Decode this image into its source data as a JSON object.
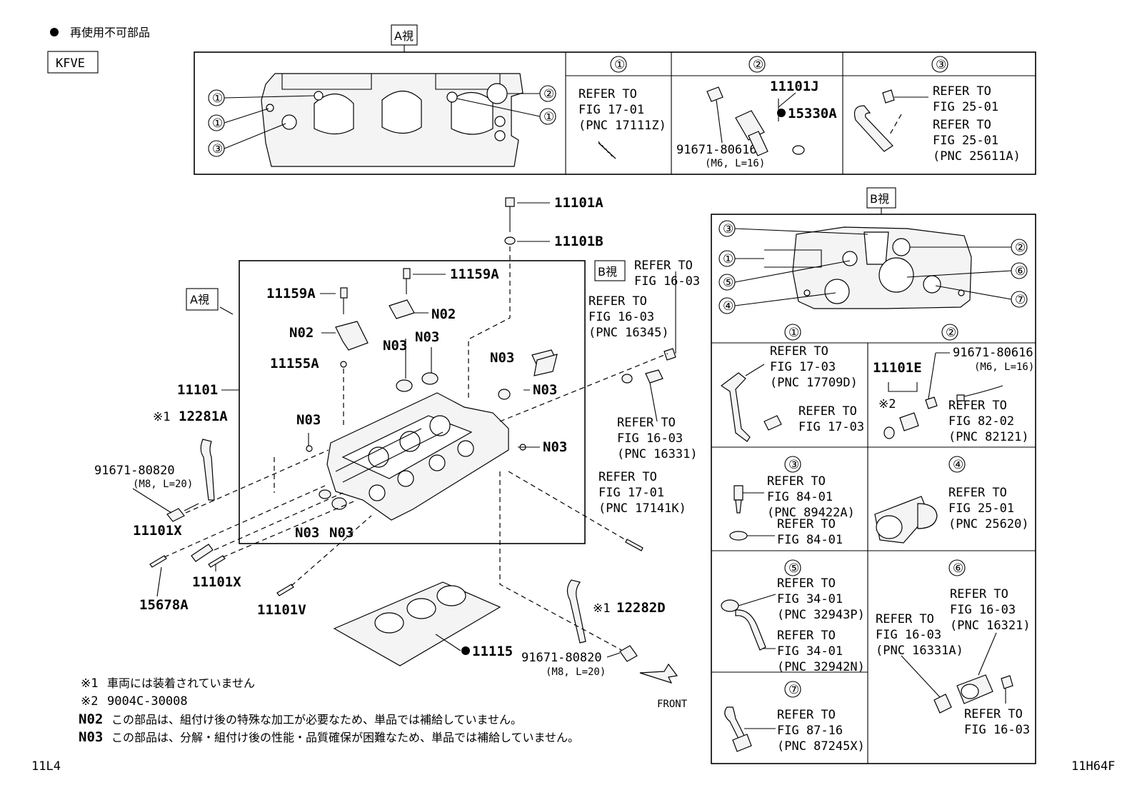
{
  "legend": {
    "dot_text": "再使用不可部品",
    "engine_code": "KFVE"
  },
  "views": {
    "a_view": "A視",
    "b_view": "B視"
  },
  "circled": [
    "①",
    "②",
    "③",
    "④",
    "⑤",
    "⑥",
    "⑦"
  ],
  "a_panel": {
    "cell1": [
      "REFER TO",
      "FIG 17-01",
      "(PNC 17111Z)"
    ],
    "cell2": {
      "part1": "11101J",
      "part2": "15330A",
      "bolt": "91671-80616",
      "bolt_spec": "(M6, L=16)"
    },
    "cell3": [
      "REFER TO",
      "FIG 25-01",
      "REFER TO",
      "FIG 25-01",
      "(PNC 25611A)"
    ]
  },
  "main": {
    "p11101A": "11101A",
    "p11101B": "11101B",
    "p11159A": "11159A",
    "p11155A": "11155A",
    "p11101": "11101",
    "p12281A": "12281A",
    "mark1": "※1",
    "mark2": "※2",
    "bolt_a": "91671-80820",
    "bolt_a_spec": "(M8, L=20)",
    "p11101X": "11101X",
    "p15678A": "15678A",
    "p11101V": "11101V",
    "p12282D": "12282D",
    "p11115": "11115",
    "front": "FRONT",
    "n02": "N02",
    "n03": "N03",
    "ref_b": [
      "REFER TO",
      "FIG 16-03"
    ],
    "ref_c": [
      "REFER TO",
      "FIG 16-03",
      "(PNC 16345)"
    ],
    "ref_d": [
      "REFER TO",
      "FIG 16-03",
      "(PNC 16331)"
    ],
    "ref_e": [
      "REFER TO",
      "FIG 17-01",
      "(PNC 17141K)"
    ]
  },
  "b_panel": {
    "c1": [
      "REFER TO",
      "FIG 17-03",
      "(PNC 17709D)",
      "REFER TO",
      "FIG 17-03"
    ],
    "c2": {
      "part": "11101E",
      "bolt": "91671-80616",
      "bolt_spec": "(M6, L=16)",
      "ref": [
        "REFER TO",
        "FIG 82-02",
        "(PNC 82121)"
      ]
    },
    "c3": [
      "REFER TO",
      "FIG 84-01",
      "(PNC 89422A)",
      "REFER TO",
      "FIG 84-01"
    ],
    "c4": [
      "REFER TO",
      "FIG 25-01",
      "(PNC 25620)"
    ],
    "c5": [
      "REFER TO",
      "FIG 34-01",
      "(PNC 32943P)",
      "REFER TO",
      "FIG 34-01",
      "(PNC 32942N)"
    ],
    "c6": [
      "REFER TO",
      "FIG 16-03",
      "(PNC 16321)",
      "REFER TO",
      "FIG 16-03",
      "(PNC 16331A)",
      "REFER TO",
      "FIG 16-03"
    ],
    "c7": [
      "REFER TO",
      "FIG 87-16",
      "(PNC 87245X)"
    ]
  },
  "notes": {
    "n1_mark": "※1",
    "n1": "車両には装着されていません",
    "n2_mark": "※2",
    "n2": "9004C-30008",
    "n3_mark": "N02",
    "n3": "この部品は、組付け後の特殊な加工が必要なため、単品では補給していません。",
    "n4_mark": "N03",
    "n4": "この部品は、分解・組付け後の性能・品質確保が困難なため、単品では補給していません。"
  },
  "footer": {
    "left": "11L4",
    "right": "11H64F"
  }
}
